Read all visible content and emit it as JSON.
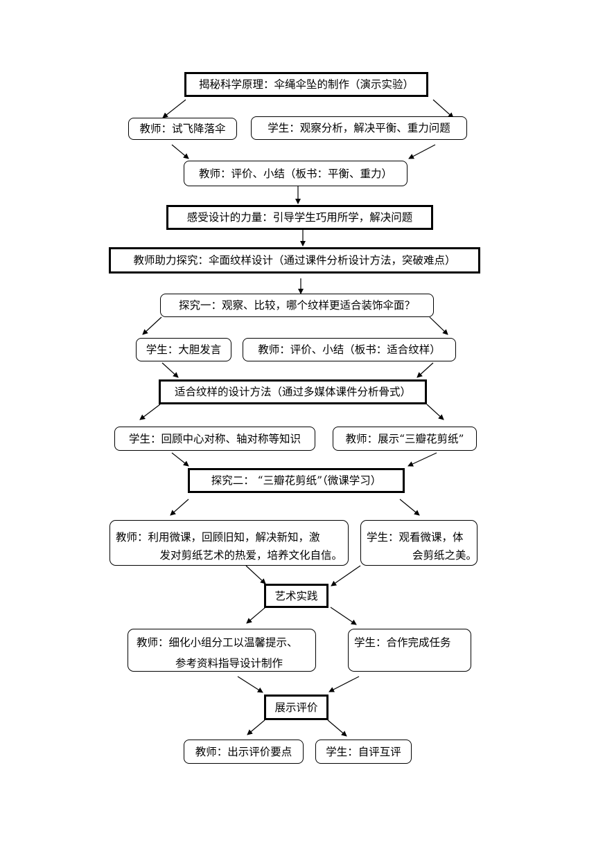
{
  "nodes": {
    "n1": "揭秘科学原理：伞绳伞坠的制作（演示实验）",
    "n2": "教师：试飞降落伞",
    "n3": "学生：观察分析，解决平衡、重力问题",
    "n4": "教师：评价、小结（板书：平衡、重力）",
    "n5": "感受设计的力量：引导学生巧用所学，解决问题",
    "n6": "教师助力探究：伞面纹样设计（通过课件分析设计方法，突破难点）",
    "n7": "探究一：观察、比较，哪个纹样更适合装饰伞面？",
    "n8": "学生：大胆发言",
    "n9": "教师：评价、小结（板书：适合纹样）",
    "n10": "适合纹样的设计方法（通过多媒体课件分析骨式）",
    "n11": "学生：回顾中心对称、轴对称等知识",
    "n12": "教师：展示“三瓣花剪纸”",
    "n13": "探究二：  “三瓣花剪纸”（微课学习）",
    "n14_l1": "教师：利用微课，回顾旧知，解决新知，激",
    "n14_l2": "发对剪纸艺术的热爱，培养文化自信。",
    "n15_l1": "学生：观看微课，体",
    "n15_l2": "会剪纸之美。",
    "n16": "艺术实践",
    "n17_l1": "教师：细化小组分工以温馨提示、",
    "n17_l2": "参考资料指导设计制作",
    "n18": "学生：合作完成任务",
    "n19": "展示评价",
    "n20": "教师：出示评价要点",
    "n21": "学生：自评互评"
  }
}
